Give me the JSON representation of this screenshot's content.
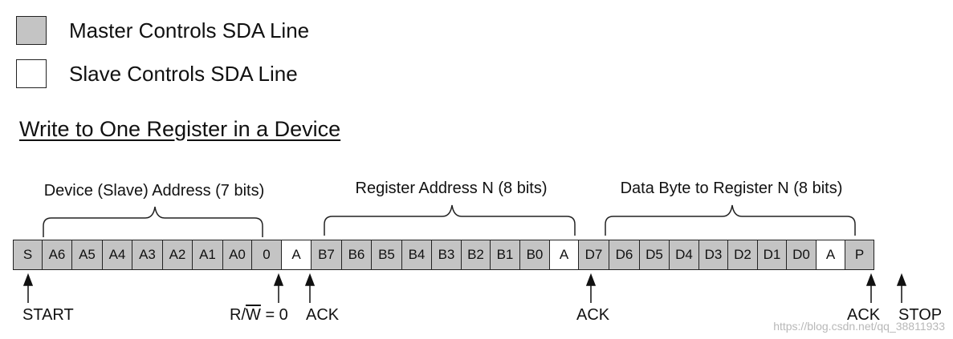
{
  "legend": [
    {
      "label": "Master Controls SDA Line",
      "fill": "#c4c4c4"
    },
    {
      "label": "Slave Controls SDA Line",
      "fill": "#ffffff"
    }
  ],
  "heading": "Write to One Register in a Device",
  "groups": [
    {
      "label": "Device (Slave) Address (7 bits)"
    },
    {
      "label": "Register Address N (8 bits)"
    },
    {
      "label": "Data Byte to Register N (8 bits)"
    }
  ],
  "bits": [
    {
      "label": "S",
      "role": "master"
    },
    {
      "label": "A6",
      "role": "master"
    },
    {
      "label": "A5",
      "role": "master"
    },
    {
      "label": "A4",
      "role": "master"
    },
    {
      "label": "A3",
      "role": "master"
    },
    {
      "label": "A2",
      "role": "master"
    },
    {
      "label": "A1",
      "role": "master"
    },
    {
      "label": "A0",
      "role": "master"
    },
    {
      "label": "0",
      "role": "master"
    },
    {
      "label": "A",
      "role": "slave"
    },
    {
      "label": "B7",
      "role": "master"
    },
    {
      "label": "B6",
      "role": "master"
    },
    {
      "label": "B5",
      "role": "master"
    },
    {
      "label": "B4",
      "role": "master"
    },
    {
      "label": "B3",
      "role": "master"
    },
    {
      "label": "B2",
      "role": "master"
    },
    {
      "label": "B1",
      "role": "master"
    },
    {
      "label": "B0",
      "role": "master"
    },
    {
      "label": "A",
      "role": "slave"
    },
    {
      "label": "D7",
      "role": "master"
    },
    {
      "label": "D6",
      "role": "master"
    },
    {
      "label": "D5",
      "role": "master"
    },
    {
      "label": "D4",
      "role": "master"
    },
    {
      "label": "D3",
      "role": "master"
    },
    {
      "label": "D2",
      "role": "master"
    },
    {
      "label": "D1",
      "role": "master"
    },
    {
      "label": "D0",
      "role": "master"
    },
    {
      "label": "A",
      "role": "slave"
    },
    {
      "label": "P",
      "role": "master"
    }
  ],
  "markers": {
    "start": "START",
    "rw_prefix": "R/",
    "rw_bar": "W",
    "rw_suffix": " = 0",
    "ack1": "ACK",
    "ack2": "ACK",
    "ack3": "ACK",
    "stop": "STOP"
  },
  "watermark": "https://blog.csdn.net/qq_38811933"
}
